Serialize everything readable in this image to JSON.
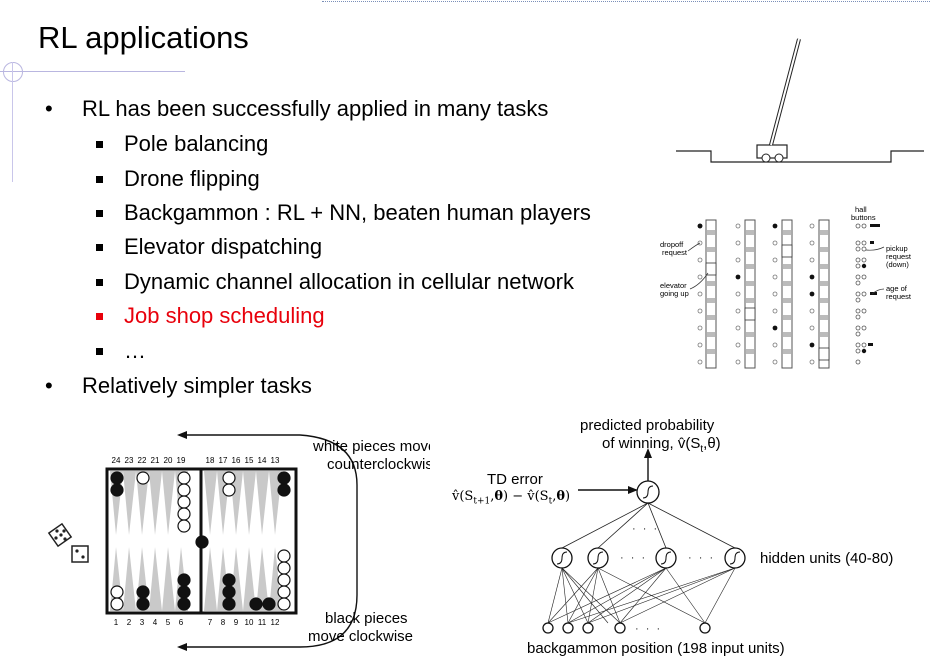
{
  "title": "RL applications",
  "bullets": [
    {
      "text": "RL has been successfully applied in many tasks",
      "sub": [
        {
          "text": "Pole balancing"
        },
        {
          "text": "Drone flipping"
        },
        {
          "text": "Backgammon : RL + NN, beaten human players"
        },
        {
          "text": "Elevator dispatching"
        },
        {
          "text": "Dynamic channel allocation in cellular network"
        },
        {
          "text": "Job shop scheduling",
          "highlight": "red"
        },
        {
          "text": "…"
        }
      ]
    },
    {
      "text": "Relatively simpler tasks"
    }
  ],
  "highlight_color": "#e8000b",
  "elevator_figure": {
    "labels": {
      "hall_buttons": [
        "hall",
        "buttons"
      ],
      "dropoff": [
        "dropoff",
        "request"
      ],
      "elevator_up": [
        "elevator",
        "going up"
      ],
      "pickup": [
        "pickup",
        "request",
        "(down)"
      ],
      "age": [
        "age of",
        "request"
      ]
    }
  },
  "backgammon_board": {
    "top_numbers": [
      "24",
      "23",
      "22",
      "21",
      "20",
      "19",
      "18",
      "17",
      "16",
      "15",
      "14",
      "13"
    ],
    "bottom_numbers": [
      "1",
      "2",
      "3",
      "4",
      "5",
      "6",
      "7",
      "8",
      "9",
      "10",
      "11",
      "12"
    ],
    "white_caption": [
      "white pieces move",
      "counterclockwise"
    ],
    "black_caption": [
      "black pieces",
      "move clockwise"
    ]
  },
  "td_network": {
    "output_label": [
      "predicted probability",
      "of winning, v̂(S",
      "t",
      ",θ)"
    ],
    "td_error_label": "TD error",
    "td_formula": "v̂(S",
    "hidden_label": "hidden units (40-80)",
    "input_label": "backgammon position (198 input units)",
    "dots": "· · ·"
  }
}
